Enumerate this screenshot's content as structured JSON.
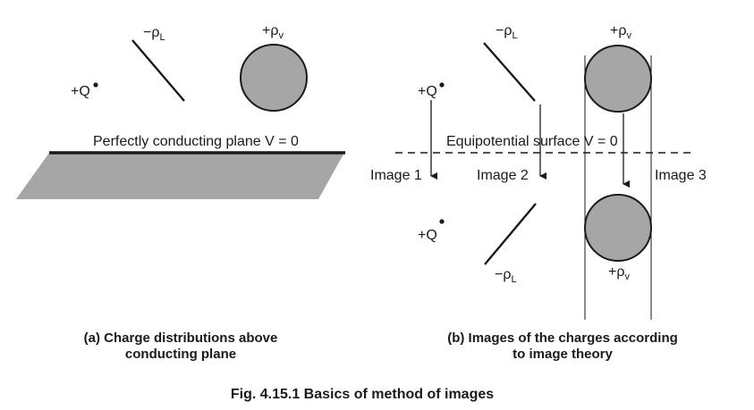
{
  "panel_a": {
    "charge_point_label": "+Q",
    "line_charge_label": "−ρ",
    "line_charge_sub": "L",
    "volume_charge_label": "+ρ",
    "volume_charge_sub": "v",
    "plane_label": "Perfectly conducting plane V = 0",
    "caption_line1": "(a) Charge distributions above",
    "caption_line2": "conducting plane"
  },
  "panel_b": {
    "charge_point_label": "+Q",
    "line_charge_label": "−ρ",
    "line_charge_sub": "L",
    "volume_charge_label": "+ρ",
    "volume_charge_sub": "v",
    "surface_label": "Equipotential surface V = 0",
    "image1_label": "Image 1",
    "image2_label": "Image 2",
    "image3_label": "Image 3",
    "image_charge_point_label": "+Q",
    "image_line_charge_label": "−ρ",
    "image_line_charge_sub": "L",
    "image_volume_charge_label": "+ρ",
    "image_volume_charge_sub": "v",
    "caption_line1": "(b) Images of the charges according",
    "caption_line2": "to image theory"
  },
  "figure_title": "Fig. 4.15.1 Basics of method of images",
  "colors": {
    "sphere_fill": "#a6a6a6",
    "plane_fill": "#a6a6a6",
    "ink": "#1a1a1a"
  }
}
